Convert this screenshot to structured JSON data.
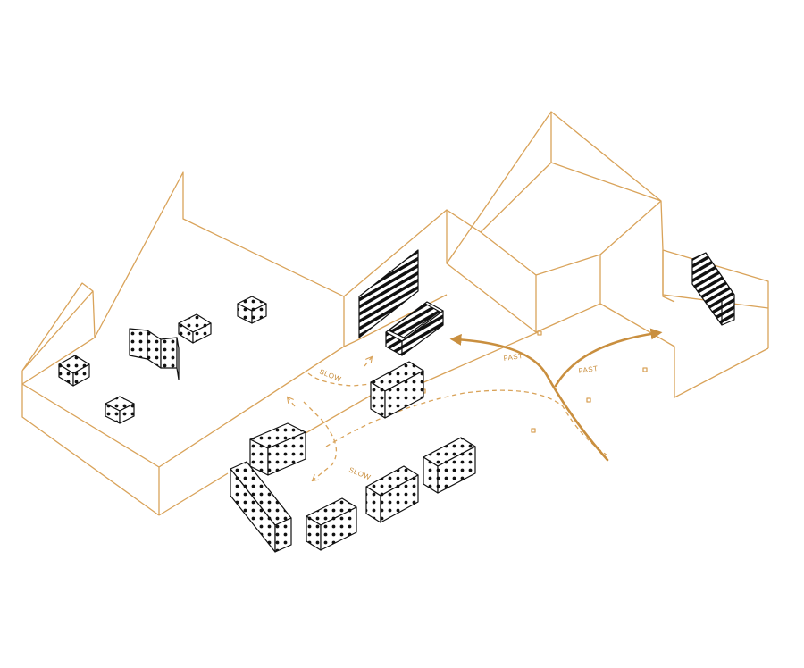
{
  "labels": {
    "fast_left": "FAST",
    "fast_right": "FAST",
    "slow_top": "SLOW",
    "slow_bottom": "SLOW"
  },
  "colors": {
    "wall_line": "#d9a35a",
    "flow_arrow": "#c98f3f",
    "block_ink": "#111111",
    "background": "#ffffff"
  }
}
